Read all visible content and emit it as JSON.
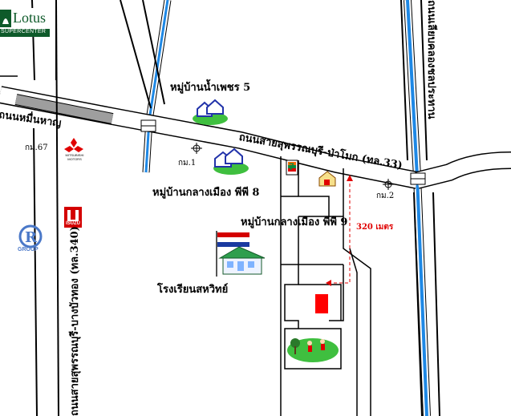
{
  "labels": {
    "village_nampet": "หมู่บ้านน้ำเพชร 5",
    "village_pp8": "หมู่บ้านกลางเมือง พีพี 8",
    "village_pp9": "หมู่บ้านกลางเมือง พีพี 9",
    "school": "โรงเรียนสหวิทย์",
    "road_33": "ถนนสายสุพรรณบุรี-ป่าโมก (ทล.33)",
    "road_340": "ถนนสายสุพรรณบุรี-บางบัวทอง (ทล.340)",
    "road_right": "ถนนเลียบคลองชลประทาน",
    "road_left": "ถนนหมื่นหาญ",
    "km67": "กม.67",
    "km1": "กม.1",
    "km2": "กม.2",
    "distance": "320 เมตร"
  },
  "brands": {
    "lotus_name": "Lotus",
    "lotus_sub": "SUPERCENTER",
    "mitsubishi": "MITSUBISHI MOTORS",
    "isuzu": "ISUZU",
    "r_group": "GROUP",
    "seven_eleven": "7"
  },
  "colors": {
    "road_fill": "#ffffff",
    "road_edge": "#000000",
    "canal": "#1e88e5",
    "canal_edge": "#0d47a1",
    "house": "#2233aa",
    "lawn": "#3fbf3f",
    "target": "#ff0000",
    "distance": "#e00000",
    "lotus_green": "#0e5a2a"
  }
}
